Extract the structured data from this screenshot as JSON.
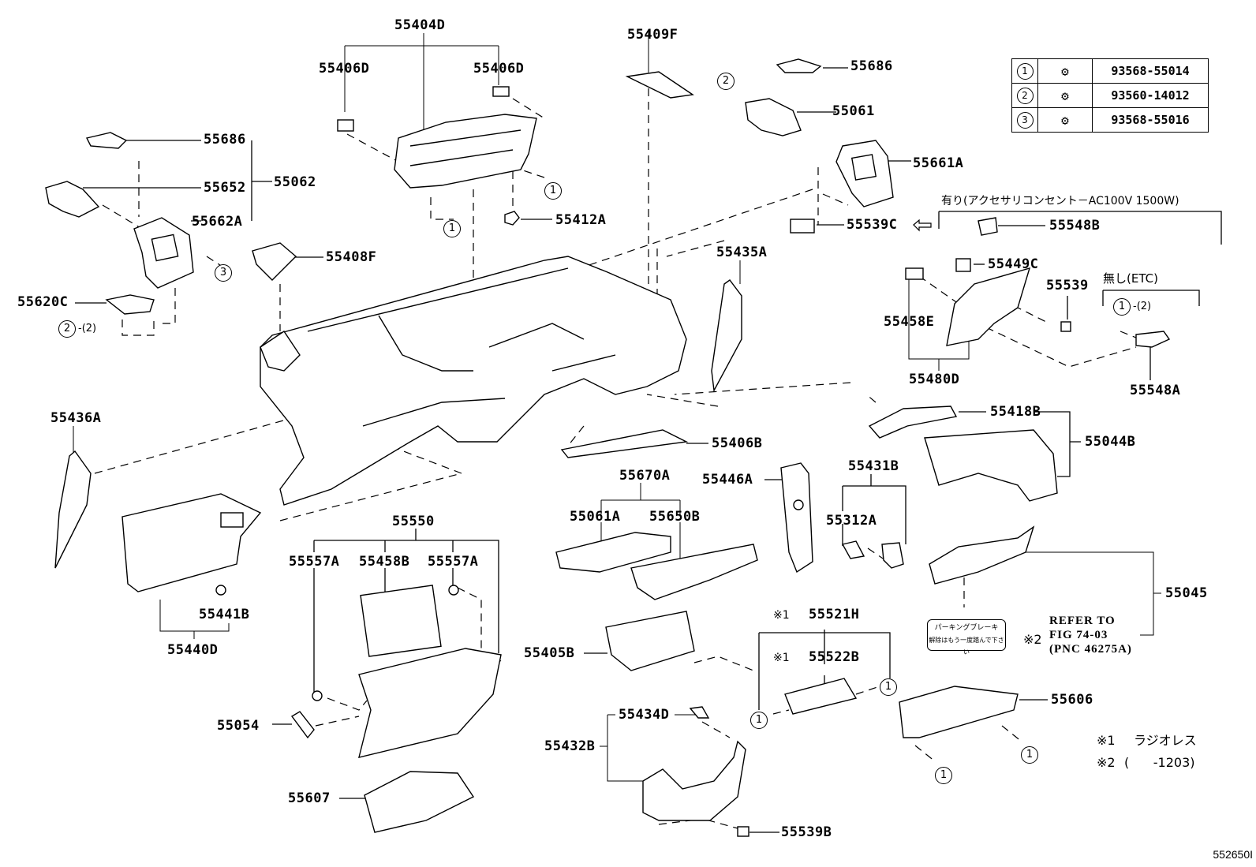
{
  "diagram": {
    "title": "Instrument panel parts diagram",
    "drawing_number": "552650I",
    "bolt_table": [
      {
        "ref": "1",
        "icon": "screw-icon",
        "part_number": "93568-55014"
      },
      {
        "ref": "2",
        "icon": "screw-icon",
        "part_number": "93560-14012"
      },
      {
        "ref": "3",
        "icon": "tapping-screw-icon",
        "part_number": "93568-55016"
      }
    ],
    "labels": {
      "p55404D": "55404D",
      "p55406D_left": "55406D",
      "p55406D_right": "55406D",
      "p55409F": "55409F",
      "p55412A": "55412A",
      "p55686_left": "55686",
      "p55652": "55652",
      "p55062": "55062",
      "p55662A": "55662A",
      "p55408F": "55408F",
      "p55620C": "55620C",
      "p55686_right": "55686",
      "p55061": "55061",
      "p55661A": "55661A",
      "p55539C": "55539C",
      "p55548B": "55548B",
      "p55435A": "55435A",
      "p55449C": "55449C",
      "p55539": "55539",
      "p55458E": "55458E",
      "p55480D": "55480D",
      "p55548A": "55548A",
      "p55436A": "55436A",
      "p55418B": "55418B",
      "p55044B": "55044B",
      "p55406B": "55406B",
      "p55670A": "55670A",
      "p55061A": "55061A",
      "p55650B": "55650B",
      "p55446A": "55446A",
      "p55431B": "55431B",
      "p55312A": "55312A",
      "p55550": "55550",
      "p55557A_left": "55557A",
      "p55458B": "55458B",
      "p55557A_right": "55557A",
      "p55441B": "55441B",
      "p55440D": "55440D",
      "p55045": "55045",
      "p55405B": "55405B",
      "p55521H": "55521H",
      "p55522B": "55522B",
      "p55054": "55054",
      "p55606": "55606",
      "p55434D": "55434D",
      "p55432B": "55432B",
      "p55607": "55607",
      "p55539B": "55539B"
    },
    "callouts": {
      "c1": "1",
      "c2": "2",
      "c3": "3",
      "qty2": "-(2)"
    },
    "notes": {
      "with_outlet": "有り(アクセサリコンセント－AC100V 1500W)",
      "without_etc": "無し(ETC)",
      "mark1": "※1",
      "mark2": "※2",
      "refer_line1": "REFER TO",
      "refer_line2": "FIG 74-03",
      "refer_line3": "(PNC 46275A)",
      "sticker_line1": "パーキングブレーキ",
      "sticker_line2": "解除はもう一度踏んで下さい",
      "legend1_mark": "※1",
      "legend1_text": "ラジオレス",
      "legend2_mark": "※2",
      "legend2_text": "(      -1203)",
      "arrow": "⇦"
    }
  }
}
